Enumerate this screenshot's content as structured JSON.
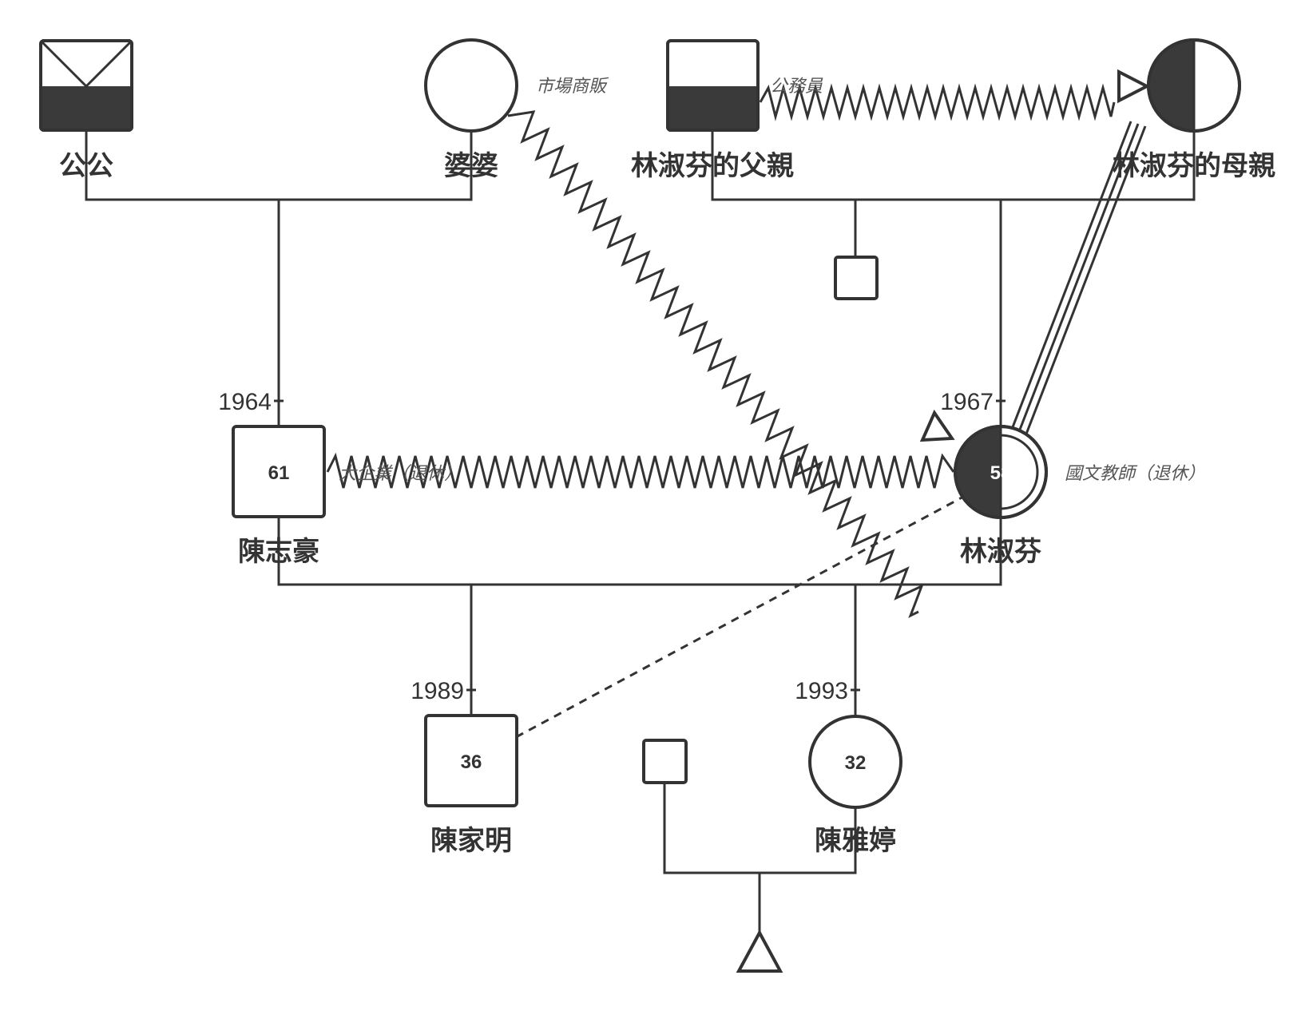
{
  "people": {
    "gongong": {
      "name": "公公"
    },
    "popo": {
      "name": "婆婆",
      "note": "市場商販"
    },
    "lin_father": {
      "name": "林淑芬的父親",
      "note": "公務員"
    },
    "lin_mother": {
      "name": "林淑芬的母親"
    },
    "chen_zhihao": {
      "name": "陳志豪",
      "birth_year": "1964",
      "age": "61",
      "note": "大企業（退休）"
    },
    "lin_shufen": {
      "name": "林淑芬",
      "birth_year": "1967",
      "age": "58",
      "note": "國文教師（退休）"
    },
    "chen_jiaming": {
      "name": "陳家明",
      "birth_year": "1989",
      "age": "36"
    },
    "chen_yating": {
      "name": "陳雅婷",
      "birth_year": "1993",
      "age": "32"
    }
  },
  "colors": {
    "line": "#333333",
    "fill": "#3a3a3a"
  }
}
